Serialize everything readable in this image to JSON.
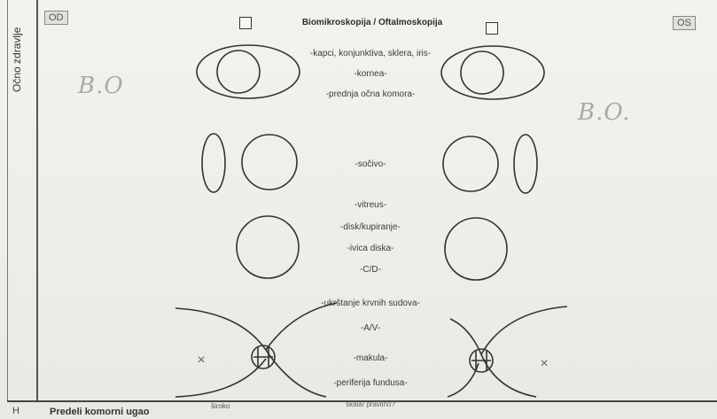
{
  "side_label": "Očno zdravlje",
  "side_bottom": "H",
  "od_label": "OD",
  "os_label": "OS",
  "title": "Biomikroskopija / Oftalmoskopija",
  "labels": {
    "kapci": "-kapci, konjunktiva, sklera, iris-",
    "kornea": "-kornea-",
    "komora": "-prednja očna komora-",
    "socivo": "-sočivo-",
    "vitreus": "-vitreus-",
    "disk": "-disk/kupiranje-",
    "ivica": "-ivica diska-",
    "cd": "-C/D-",
    "ukrstanje": "-ukrštanje krvnih sudova-",
    "av": "-A/V-",
    "makula": "-makula-",
    "periferija": "-periferija fundusa-",
    "cut_off": "skala/ pravilno?"
  },
  "handwritten": {
    "od_note": "B.O",
    "os_note": "B.O."
  },
  "footer": {
    "text": "Predeli komorni ugao",
    "small": "široko"
  },
  "marks": {
    "x_mark": "×"
  }
}
